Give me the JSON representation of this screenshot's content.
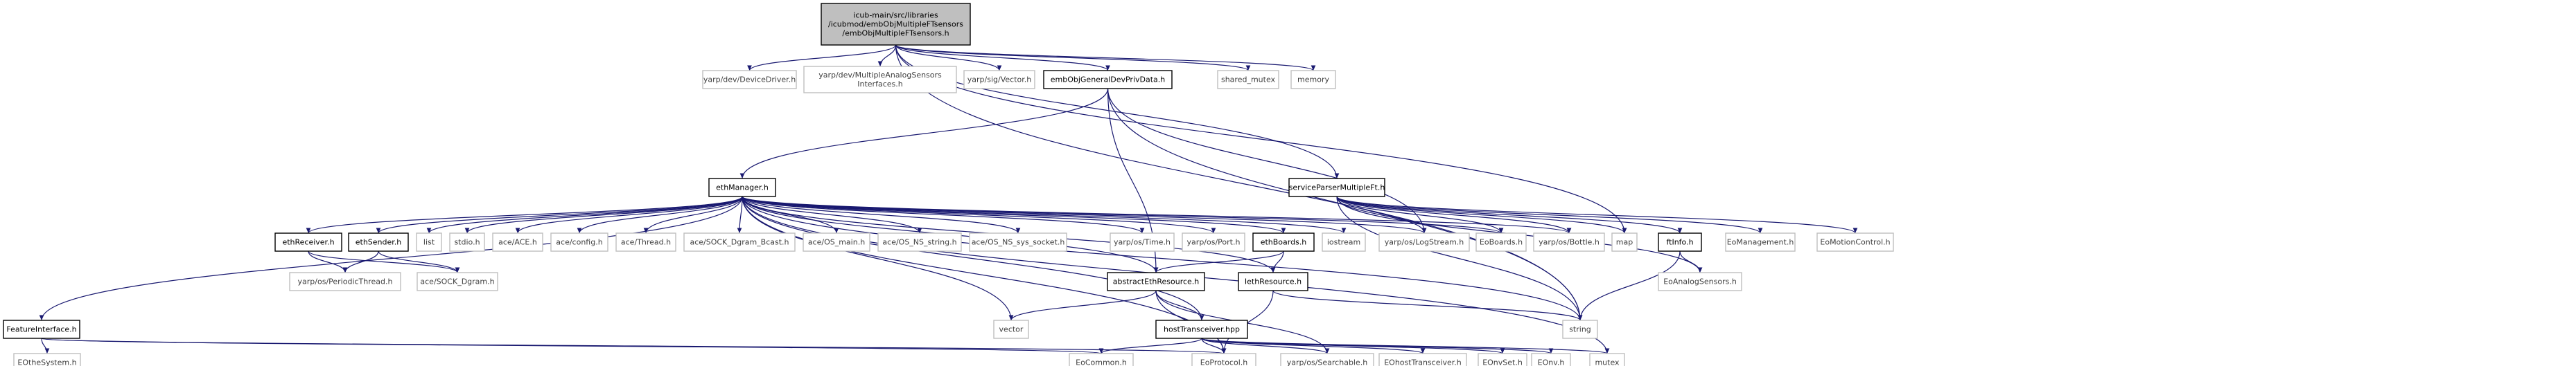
{
  "graph": {
    "colors": {
      "background": "#ffffff",
      "root_fill": "#bfbfbf",
      "node_border": "#000000",
      "external_border": "#bfbfbf",
      "text": "#000000",
      "gray_text": "#404040",
      "edge": "#191970",
      "edge_light": "#7f7f9f"
    },
    "nodes": [
      {
        "id": "root",
        "lines": [
          "icub-main/src/libraries",
          "/icubmod/embObjMultipleFTsensors",
          "/embObjMultipleFTsensors.h"
        ],
        "kind": "root"
      },
      {
        "id": "devicedriver",
        "lines": [
          "yarp/dev/DeviceDriver.h"
        ],
        "kind": "external"
      },
      {
        "id": "multianalog",
        "lines": [
          "yarp/dev/MultipleAnalogSensors",
          "Interfaces.h"
        ],
        "kind": "external"
      },
      {
        "id": "yarpvector",
        "lines": [
          "yarp/sig/Vector.h"
        ],
        "kind": "external"
      },
      {
        "id": "embobjgeneral",
        "lines": [
          "embObjGeneralDevPrivData.h"
        ],
        "kind": "internal"
      },
      {
        "id": "sharedmutex",
        "lines": [
          "shared_mutex"
        ],
        "kind": "external"
      },
      {
        "id": "memory",
        "lines": [
          "memory"
        ],
        "kind": "external"
      },
      {
        "id": "ethmanager",
        "lines": [
          "ethManager.h"
        ],
        "kind": "internal"
      },
      {
        "id": "serviceparser",
        "lines": [
          "serviceParserMultipleFt.h"
        ],
        "kind": "internal"
      },
      {
        "id": "ethreceiver",
        "lines": [
          "ethReceiver.h"
        ],
        "kind": "internal"
      },
      {
        "id": "ethsender",
        "lines": [
          "ethSender.h"
        ],
        "kind": "internal"
      },
      {
        "id": "list",
        "lines": [
          "list"
        ],
        "kind": "external"
      },
      {
        "id": "stdio",
        "lines": [
          "stdio.h"
        ],
        "kind": "external"
      },
      {
        "id": "aceace",
        "lines": [
          "ace/ACE.h"
        ],
        "kind": "external"
      },
      {
        "id": "aceconfig",
        "lines": [
          "ace/config.h"
        ],
        "kind": "external"
      },
      {
        "id": "acethread",
        "lines": [
          "ace/Thread.h"
        ],
        "kind": "external"
      },
      {
        "id": "acebcast",
        "lines": [
          "ace/SOCK_Dgram_Bcast.h"
        ],
        "kind": "external"
      },
      {
        "id": "aceosmain",
        "lines": [
          "ace/OS_main.h"
        ],
        "kind": "external"
      },
      {
        "id": "aceosstring",
        "lines": [
          "ace/OS_NS_string.h"
        ],
        "kind": "external"
      },
      {
        "id": "aceossocket",
        "lines": [
          "ace/OS_NS_sys_socket.h"
        ],
        "kind": "external"
      },
      {
        "id": "yarptime",
        "lines": [
          "yarp/os/Time.h"
        ],
        "kind": "external"
      },
      {
        "id": "yarpport",
        "lines": [
          "yarp/os/Port.h"
        ],
        "kind": "external"
      },
      {
        "id": "ethboards",
        "lines": [
          "ethBoards.h"
        ],
        "kind": "internal"
      },
      {
        "id": "iostream",
        "lines": [
          "iostream"
        ],
        "kind": "external"
      },
      {
        "id": "logstream",
        "lines": [
          "yarp/os/LogStream.h"
        ],
        "kind": "external"
      },
      {
        "id": "eoboards",
        "lines": [
          "EoBoards.h"
        ],
        "kind": "external"
      },
      {
        "id": "bottle",
        "lines": [
          "yarp/os/Bottle.h"
        ],
        "kind": "external"
      },
      {
        "id": "map",
        "lines": [
          "map"
        ],
        "kind": "external"
      },
      {
        "id": "ftinfo",
        "lines": [
          "ftInfo.h"
        ],
        "kind": "internal"
      },
      {
        "id": "eomanagement",
        "lines": [
          "EoManagement.h"
        ],
        "kind": "external"
      },
      {
        "id": "eomotion",
        "lines": [
          "EoMotionControl.h"
        ],
        "kind": "external"
      },
      {
        "id": "periodic",
        "lines": [
          "yarp/os/PeriodicThread.h"
        ],
        "kind": "external"
      },
      {
        "id": "sockdgram",
        "lines": [
          "ace/SOCK_Dgram.h"
        ],
        "kind": "external"
      },
      {
        "id": "abstract",
        "lines": [
          "abstractEthResource.h"
        ],
        "kind": "internal"
      },
      {
        "id": "iethresource",
        "lines": [
          "IethResource.h"
        ],
        "kind": "internal"
      },
      {
        "id": "eoanalog",
        "lines": [
          "EoAnalogSensors.h"
        ],
        "kind": "external"
      },
      {
        "id": "feature",
        "lines": [
          "FeatureInterface.h"
        ],
        "kind": "internal"
      },
      {
        "id": "vector",
        "lines": [
          "vector"
        ],
        "kind": "external"
      },
      {
        "id": "hosttransceiver",
        "lines": [
          "hostTransceiver.hpp"
        ],
        "kind": "internal"
      },
      {
        "id": "string",
        "lines": [
          "string"
        ],
        "kind": "external"
      },
      {
        "id": "eothesystem",
        "lines": [
          "EOtheSystem.h"
        ],
        "kind": "external"
      },
      {
        "id": "eocommon",
        "lines": [
          "EoCommon.h"
        ],
        "kind": "external"
      },
      {
        "id": "eoprotocol",
        "lines": [
          "EoProtocol.h"
        ],
        "kind": "external"
      },
      {
        "id": "searchable",
        "lines": [
          "yarp/os/Searchable.h"
        ],
        "kind": "external"
      },
      {
        "id": "eohosttrans",
        "lines": [
          "EOhostTransceiver.h"
        ],
        "kind": "external"
      },
      {
        "id": "eonvset",
        "lines": [
          "EOnvSet.h"
        ],
        "kind": "external"
      },
      {
        "id": "eonv",
        "lines": [
          "EOnv.h"
        ],
        "kind": "external"
      },
      {
        "id": "mutex",
        "lines": [
          "mutex"
        ],
        "kind": "external"
      }
    ],
    "edges": [
      [
        "root",
        "devicedriver"
      ],
      [
        "root",
        "multianalog"
      ],
      [
        "root",
        "yarpvector"
      ],
      [
        "root",
        "embobjgeneral"
      ],
      [
        "root",
        "sharedmutex"
      ],
      [
        "root",
        "memory"
      ],
      [
        "root",
        "serviceparser"
      ],
      [
        "root",
        "map"
      ],
      [
        "root",
        "string"
      ],
      [
        "embobjgeneral",
        "ethmanager"
      ],
      [
        "embobjgeneral",
        "abstract"
      ],
      [
        "embobjgeneral",
        "logstream"
      ],
      [
        "embobjgeneral",
        "string"
      ],
      [
        "ethmanager",
        "ethreceiver"
      ],
      [
        "ethmanager",
        "ethsender"
      ],
      [
        "ethmanager",
        "list"
      ],
      [
        "ethmanager",
        "stdio"
      ],
      [
        "ethmanager",
        "aceace"
      ],
      [
        "ethmanager",
        "aceconfig"
      ],
      [
        "ethmanager",
        "acethread"
      ],
      [
        "ethmanager",
        "acebcast"
      ],
      [
        "ethmanager",
        "aceosmain"
      ],
      [
        "ethmanager",
        "aceosstring"
      ],
      [
        "ethmanager",
        "aceossocket"
      ],
      [
        "ethmanager",
        "yarptime"
      ],
      [
        "ethmanager",
        "yarpport"
      ],
      [
        "ethmanager",
        "ethboards"
      ],
      [
        "ethmanager",
        "iostream"
      ],
      [
        "ethmanager",
        "logstream"
      ],
      [
        "ethmanager",
        "eoboards"
      ],
      [
        "ethmanager",
        "bottle"
      ],
      [
        "ethmanager",
        "feature"
      ],
      [
        "ethmanager",
        "abstract"
      ],
      [
        "ethmanager",
        "iethresource"
      ],
      [
        "ethmanager",
        "vector"
      ],
      [
        "ethmanager",
        "hosttransceiver"
      ],
      [
        "ethmanager",
        "string"
      ],
      [
        "ethmanager",
        "eoprotocol"
      ],
      [
        "ethmanager",
        "mutex"
      ],
      [
        "ethreceiver",
        "periodic"
      ],
      [
        "ethreceiver",
        "sockdgram"
      ],
      [
        "ethsender",
        "periodic"
      ],
      [
        "ethsender",
        "sockdgram"
      ],
      [
        "ethboards",
        "abstract"
      ],
      [
        "ethboards",
        "iethresource"
      ],
      [
        "serviceparser",
        "eoboards"
      ],
      [
        "serviceparser",
        "bottle"
      ],
      [
        "serviceparser",
        "map"
      ],
      [
        "serviceparser",
        "ftinfo"
      ],
      [
        "serviceparser",
        "eomanagement"
      ],
      [
        "serviceparser",
        "eomotion"
      ],
      [
        "serviceparser",
        "eoanalog"
      ],
      [
        "serviceparser",
        "string"
      ],
      [
        "serviceparser",
        "logstream"
      ],
      [
        "ftinfo",
        "eoanalog"
      ],
      [
        "ftinfo",
        "string"
      ],
      [
        "abstract",
        "vector"
      ],
      [
        "abstract",
        "hosttransceiver"
      ],
      [
        "abstract",
        "eoprotocol"
      ],
      [
        "abstract",
        "searchable"
      ],
      [
        "iethresource",
        "eoprotocol"
      ],
      [
        "iethresource",
        "string"
      ],
      [
        "feature",
        "eothesystem"
      ],
      [
        "feature",
        "eocommon"
      ],
      [
        "feature",
        "eoprotocol"
      ],
      [
        "hosttransceiver",
        "eocommon"
      ],
      [
        "hosttransceiver",
        "eoprotocol"
      ],
      [
        "hosttransceiver",
        "searchable"
      ],
      [
        "hosttransceiver",
        "eohosttrans"
      ],
      [
        "hosttransceiver",
        "eonvset"
      ],
      [
        "hosttransceiver",
        "eonv"
      ],
      [
        "hosttransceiver",
        "mutex"
      ]
    ]
  }
}
